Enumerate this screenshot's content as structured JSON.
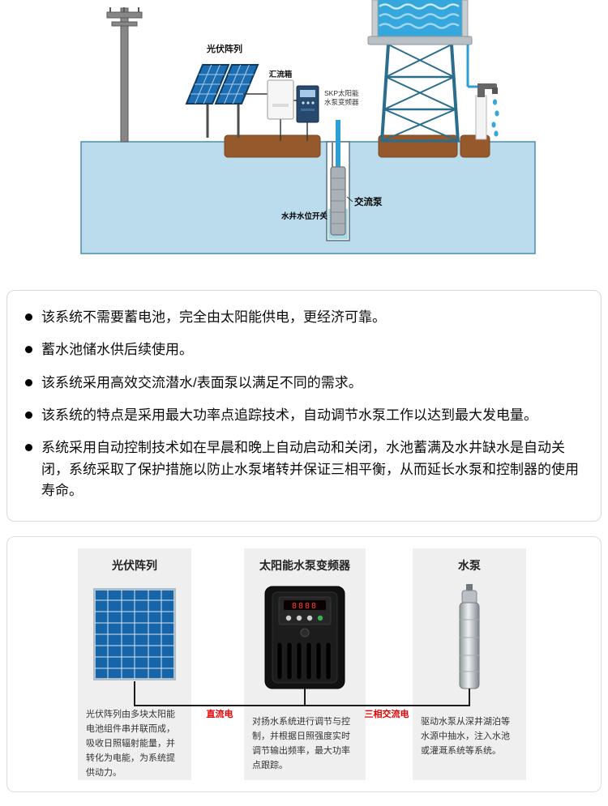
{
  "diagram": {
    "pv_label": "光伏阵列",
    "combiner_label": "汇流箱",
    "inverter_label_line1": "SKP太阳能",
    "inverter_label_line2": "水泵变频器",
    "ac_pump_label": "交流泵",
    "level_switch_label": "水井水位开关"
  },
  "features": {
    "items": [
      "该系统不需要蓄电池，完全由太阳能供电，更经济可靠。",
      "蓄水池储水供后续使用。",
      "该系统采用高效交流潜水/表面泵以满足不同的需求。",
      "该系统的特点是采用最大功率点追踪技术，自动调节水泵工作以达到最大发电量。",
      "系统采用自动控制技术如在早晨和晚上自动启动和关闭，水池蓄满及水井缺水是自动关闭，系统采取了保护措施以防止水泵堵转并保证三相平衡，从而延长水泵和控制器的使用寿命。"
    ]
  },
  "components": {
    "cards": [
      {
        "title": "光伏阵列",
        "description": "光伏阵列由多块太阳能电池组件串并联而成，吸收日照辐射能量，并转化为电能，为系统提供动力。"
      },
      {
        "title": "太阳能水泵变频器",
        "description": "对扬水系统进行调节与控制，并根据日照强度实时调节输出频率，最大功率点跟踪。"
      },
      {
        "title": "水泵",
        "description": "驱动水泵从深井湖泊等水源中抽水，注入水池或灌溉系统等系统。"
      }
    ],
    "dc_label": "直流电",
    "ac_label": "三相交流电",
    "inverter_display": "8888"
  },
  "colors": {
    "ground_blue": "#badcec",
    "soil_brown": "#96592b",
    "panel_blue": "#1d6db3",
    "water_blue": "#35a7dc",
    "accent_red": "#e60000"
  }
}
